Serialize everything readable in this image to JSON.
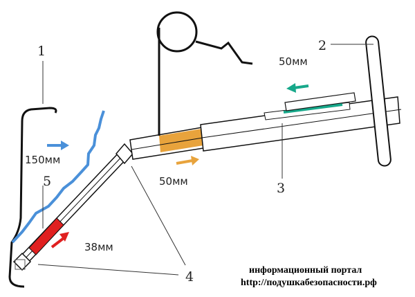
{
  "labels": {
    "l1": "1",
    "l2": "2",
    "l3": "3",
    "l4": "4",
    "l5": "5"
  },
  "measurements": {
    "wall": "150мм",
    "column_top": "50мм",
    "column_mid": "50мм",
    "lower_shaft": "38мм"
  },
  "watermark": {
    "line1": "информационный портал",
    "line2": "http://подушкабезопасности.рф"
  },
  "colors": {
    "blue": "#4a90d9",
    "orange": "#e8a33c",
    "red": "#e02020",
    "green": "#17a88a",
    "line": "#111111"
  }
}
